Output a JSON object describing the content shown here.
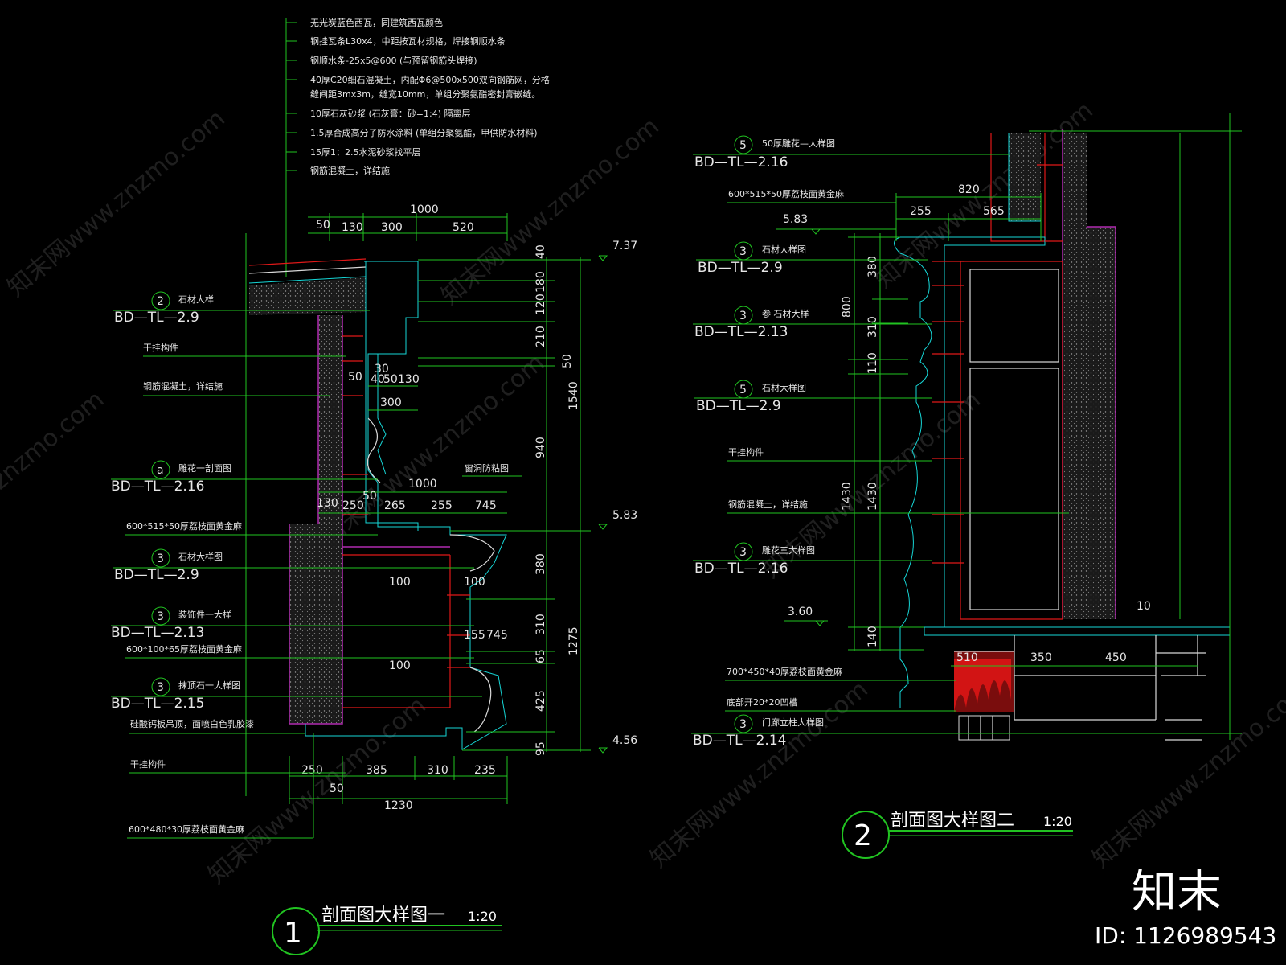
{
  "drawing1": {
    "notes": [
      "无光炭蓝色西瓦，同建筑西瓦颜色",
      "钢挂瓦条L30x4，中距按瓦材规格，焊接钢顺水条",
      "钢顺水条-25x5@600 (与预留钢筋头焊接)",
      "40厚C20细石混凝土，内配Φ6@500x500双向钢筋网，分格",
      "缝间距3mx3m，缝宽10mm，单组分聚氨酯密封膏嵌缝。",
      "10厚石灰砂浆 (石灰膏：砂=1:4) 隔离层",
      "1.5厚合成高分子防水涂料 (单组分聚氨酯，甲供防水材料)",
      "15厚1：2.5水泥砂浆找平层",
      "钢筋混凝土，详结施"
    ],
    "top_dims": {
      "total": "1000",
      "d1": "50",
      "d2": "130",
      "d3": "300",
      "d4": "520"
    },
    "right_dims": [
      "40",
      "180",
      "120",
      "210",
      "50",
      "940",
      "1540",
      "380",
      "310",
      "65",
      "425",
      "95",
      "1275"
    ],
    "elevations": [
      "7.37",
      "5.83",
      "4.56"
    ],
    "inner_dims": [
      "50",
      "30",
      "40",
      "50",
      "130",
      "300",
      "1000",
      "50",
      "130",
      "250",
      "265",
      "255",
      "745",
      "100",
      "100",
      "155",
      "745",
      "100"
    ],
    "bottom_dims": {
      "d1": "250",
      "d2": "385",
      "d3": "310",
      "d4": "235",
      "d5": "50",
      "total": "1230"
    },
    "refs": [
      {
        "num": "2",
        "title": "石材大样",
        "code": "BD—TL—2.9"
      },
      {
        "num": "a",
        "title": "雕花一剖面图",
        "code": "BD—TL—2.16"
      },
      {
        "num": "3",
        "title": "石材大样图",
        "code": "BD—TL—2.9"
      },
      {
        "num": "3",
        "title": "装饰件一大样",
        "code": "BD—TL—2.13"
      },
      {
        "num": "3",
        "title": "抹顶石一大样图",
        "code": "BD—TL—2.15"
      }
    ],
    "labels": {
      "ganlua": "干挂构件",
      "rc": "钢筋混凝土，详结施",
      "waterproof": "窗洞防粘图",
      "stone1": "600*515*50厚荔枝面黄金麻",
      "stone2": "600*100*65厚荔枝面黄金麻",
      "ceiling": "硅酸钙板吊顶，面喷白色乳胶漆",
      "ganlua2": "干挂构件",
      "stone3": "600*480*30厚荔枝面黄金麻"
    },
    "title": "剖面图大样图一",
    "scale": "1:20",
    "num": "1"
  },
  "drawing2": {
    "refs": [
      {
        "num": "5",
        "title": "50厚雕花—大样图",
        "code": "BD—TL—2.16"
      },
      {
        "num": "3",
        "title": "石材大样图",
        "code": "BD—TL—2.9"
      },
      {
        "num": "3",
        "title": "参 石材大样",
        "code": "BD—TL—2.13"
      },
      {
        "num": "5",
        "title": "石材大样图",
        "code": "BD—TL—2.9"
      },
      {
        "num": "3",
        "title": "雕花三大样图",
        "code": "BD—TL—2.16"
      },
      {
        "num": "3",
        "title": "门廊立柱大样图",
        "code": "BD—TL—2.14"
      }
    ],
    "labels": {
      "stone1": "600*515*50厚荔枝面黄金麻",
      "ganlua": "干挂构件",
      "rc": "钢筋混凝土，详结施",
      "stone2": "700*450*40厚荔枝面黄金麻",
      "groove": "底部开20*20凹槽"
    },
    "dims": {
      "d820": "820",
      "d255": "255",
      "d565": "565",
      "d380": "380",
      "d800": "800",
      "d310": "310",
      "d110": "110",
      "d1430a": "1430",
      "d1430b": "1430",
      "d140": "140",
      "d510": "510",
      "d350": "350",
      "d450": "450",
      "d10": "10"
    },
    "elevations": [
      "5.83",
      "3.60"
    ],
    "title": "剖面图大样图二",
    "scale": "1:20",
    "num": "2"
  },
  "watermark": {
    "site": "www.znzmo.com",
    "brand": "知末网",
    "logo": "知末",
    "id": "ID: 1126989543"
  },
  "colors": {
    "background": "#000000",
    "dimension_lines": "#21c321",
    "outline": "#16d6d6",
    "wall": "#b02ab0",
    "fixings": "#e01818"
  }
}
